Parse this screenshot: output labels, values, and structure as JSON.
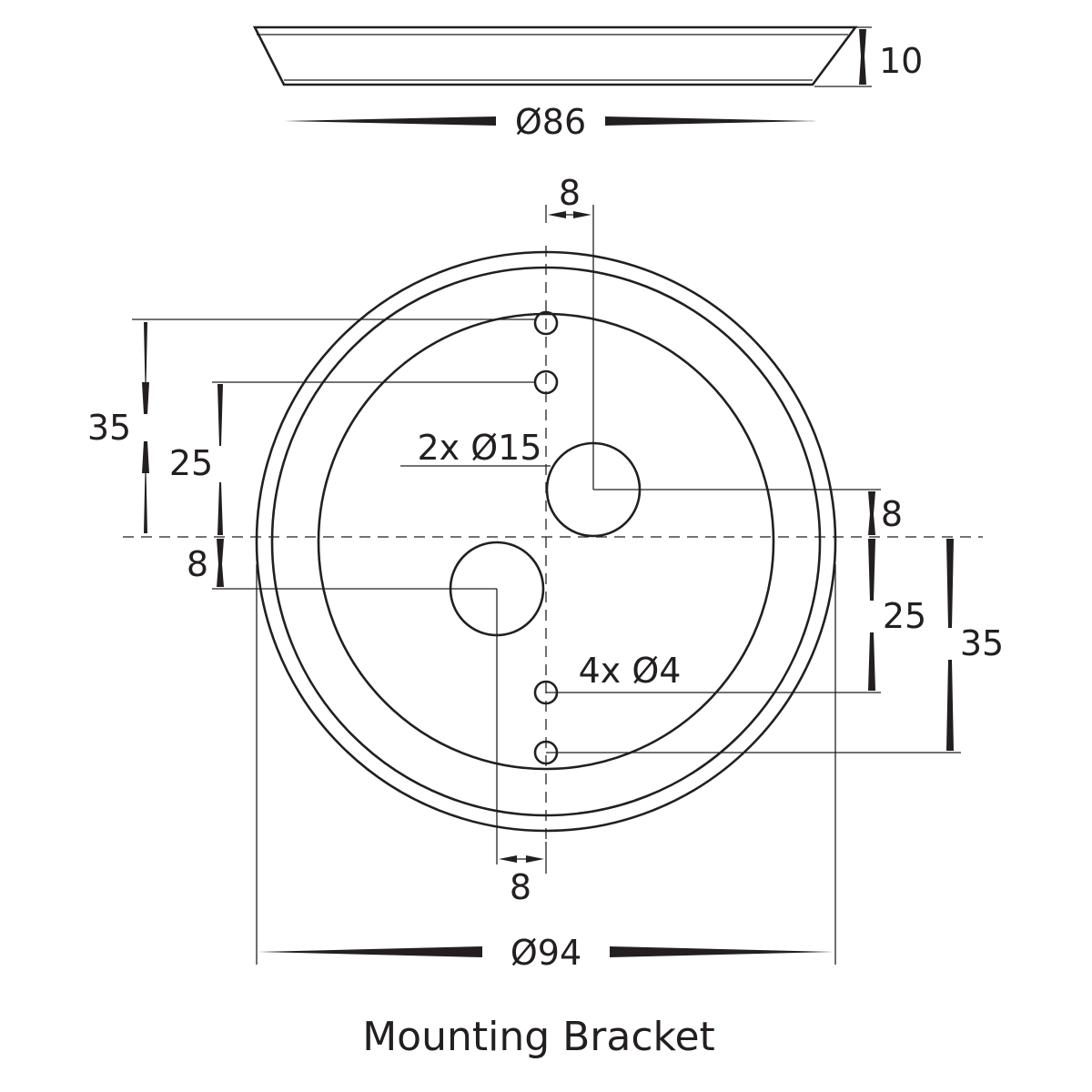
{
  "title": "Mounting Bracket",
  "dimensions": {
    "height": "10",
    "top_diameter": "Ø86",
    "top_offset": "8",
    "left_outer": "35",
    "left_inner": "25",
    "left_offset": "8",
    "large_holes": "2x Ø15",
    "right_offset": "8",
    "right_inner": "25",
    "right_outer": "35",
    "small_holes": "4x Ø4",
    "bottom_offset": "8",
    "outer_diameter": "Ø94"
  }
}
